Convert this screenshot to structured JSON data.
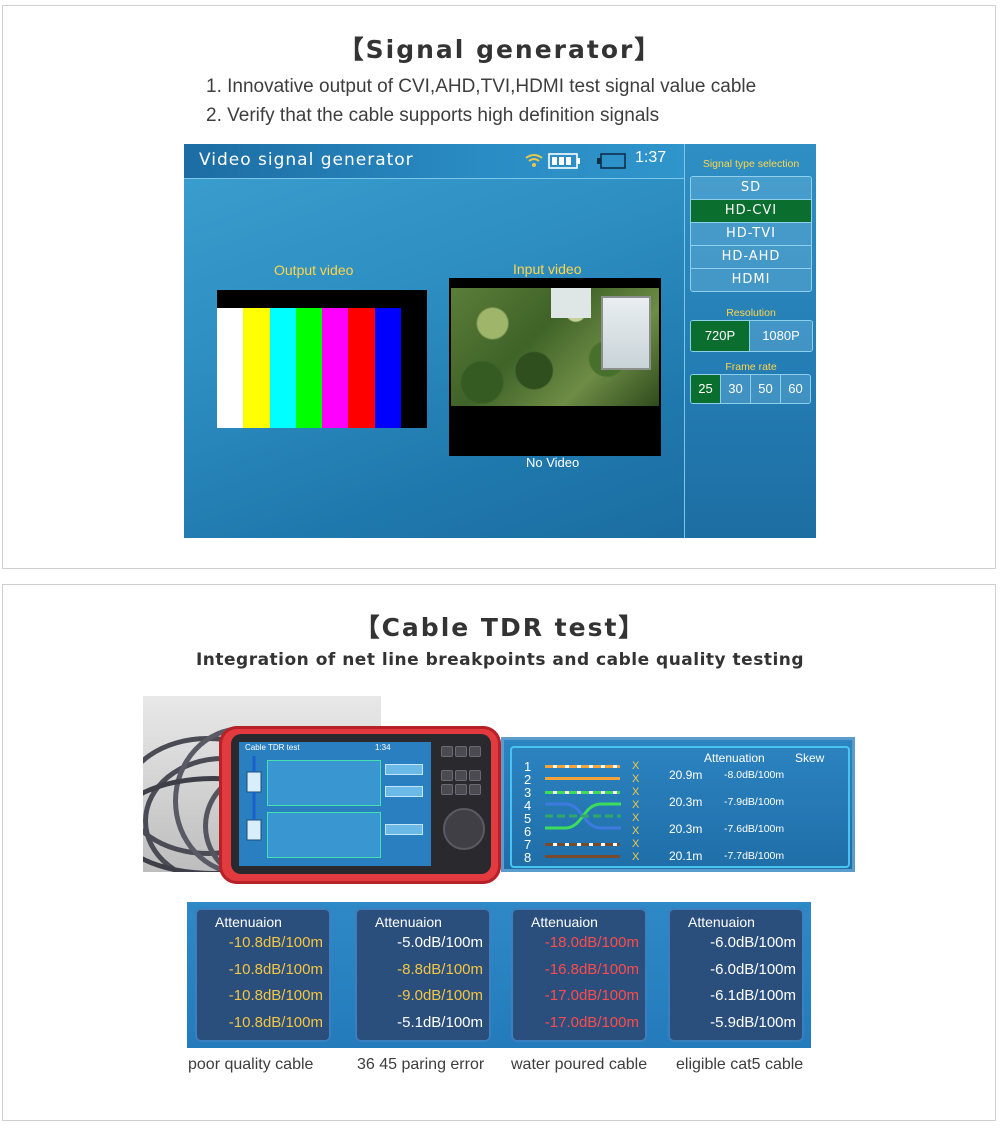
{
  "section1": {
    "heading": "【Signal generator】",
    "lines": [
      "1. Innovative output of CVI,AHD,TVI,HDMI test signal value cable",
      "2. Verify that the cable supports high definition signals"
    ]
  },
  "device": {
    "title": "Video signal generator",
    "time": "1:37",
    "output_label": "Output video",
    "input_label": "Input video",
    "no_video": "No Video",
    "signal_type_label": "Signal type selection",
    "signal_types": [
      "SD",
      "HD-CVI",
      "HD-TVI",
      "HD-AHD",
      "HDMI"
    ],
    "signal_selected": "HD-CVI",
    "resolution_label": "Resolution",
    "resolutions": [
      "720P",
      "1080P"
    ],
    "resolution_selected": "720P",
    "frame_rate_label": "Frame rate",
    "frame_rates": [
      "25",
      "30",
      "50",
      "60"
    ],
    "frame_rate_selected": "25",
    "colorbar_colors": [
      "#ffffff",
      "#ffff00",
      "#00ffff",
      "#00ff00",
      "#ff00ff",
      "#ff0000",
      "#0000ff",
      "#000000"
    ]
  },
  "section2": {
    "heading": "【Cable TDR test】",
    "subheading": "Integration of net line breakpoints and cable quality testing"
  },
  "tester_screen": {
    "title": "Cable TDR test",
    "time": "1:34"
  },
  "tdr_panel": {
    "col_attenuation": "Attenuation",
    "col_skew": "Skew",
    "pairs": [
      "1",
      "2",
      "3",
      "4",
      "5",
      "6",
      "7",
      "8"
    ],
    "mark": "X",
    "rows": [
      {
        "length": "20.9m",
        "attenuation": "-8.0dB/100m"
      },
      {
        "length": "20.3m",
        "attenuation": "-7.9dB/100m"
      },
      {
        "length": "20.3m",
        "attenuation": "-7.6dB/100m"
      },
      {
        "length": "20.1m",
        "attenuation": "-7.7dB/100m"
      }
    ]
  },
  "attenuation_cards": [
    {
      "title": "Attenuaion",
      "caption": "poor quality cable",
      "values": [
        {
          "v": "-10.8dB/100m",
          "c": "yel"
        },
        {
          "v": "-10.8dB/100m",
          "c": "yel"
        },
        {
          "v": "-10.8dB/100m",
          "c": "yel"
        },
        {
          "v": "-10.8dB/100m",
          "c": "yel"
        }
      ]
    },
    {
      "title": "Attenuaion",
      "caption": "36 45 paring error",
      "values": [
        {
          "v": "-5.0dB/100m",
          "c": "wht"
        },
        {
          "v": "-8.8dB/100m",
          "c": "yel"
        },
        {
          "v": "-9.0dB/100m",
          "c": "yel"
        },
        {
          "v": "-5.1dB/100m",
          "c": "wht"
        }
      ]
    },
    {
      "title": "Attenuaion",
      "caption": "water poured cable",
      "values": [
        {
          "v": "-18.0dB/100m",
          "c": "red"
        },
        {
          "v": "-16.8dB/100m",
          "c": "red"
        },
        {
          "v": "-17.0dB/100m",
          "c": "red"
        },
        {
          "v": "-17.0dB/100m",
          "c": "red"
        }
      ]
    },
    {
      "title": "Attenuaion",
      "caption": "eligible cat5 cable",
      "values": [
        {
          "v": "-6.0dB/100m",
          "c": "wht"
        },
        {
          "v": "-6.0dB/100m",
          "c": "wht"
        },
        {
          "v": "-6.1dB/100m",
          "c": "wht"
        },
        {
          "v": "-5.9dB/100m",
          "c": "wht"
        }
      ]
    }
  ]
}
